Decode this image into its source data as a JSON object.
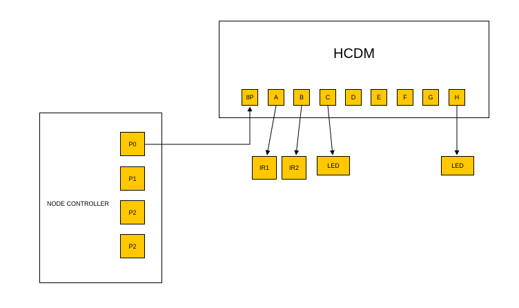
{
  "hcdm": {
    "title": "HCDM",
    "pins": [
      "8P",
      "A",
      "B",
      "C",
      "D",
      "E",
      "F",
      "G",
      "H"
    ]
  },
  "node_controller": {
    "title": "NODE CONTROLLER",
    "ports": [
      "P0",
      "P1",
      "P2",
      "P2"
    ]
  },
  "devices": [
    "IR1",
    "IR2",
    "LED",
    "LED"
  ],
  "colors": {
    "component_fill": "#ffc800",
    "stroke": "#000000",
    "background": "#ffffff"
  }
}
